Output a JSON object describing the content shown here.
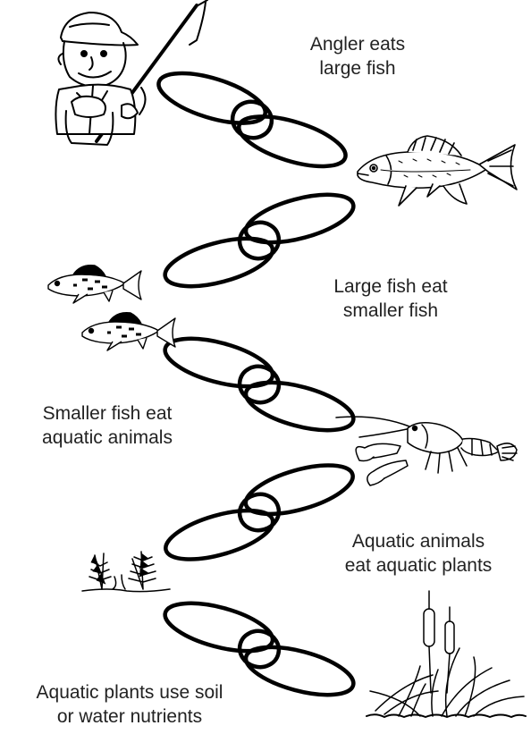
{
  "captions": {
    "angler": [
      "Angler eats",
      "large fish"
    ],
    "large": [
      "Large fish eat",
      "smaller fish"
    ],
    "smaller": [
      "Smaller fish eat",
      "aquatic animals"
    ],
    "animals": [
      "Aquatic animals",
      "eat aquatic plants"
    ],
    "plants": [
      "Aquatic plants use soil",
      "or water nutrients"
    ]
  },
  "icons": {
    "angler": "angler-illustration",
    "large_fish": "large-fish-illustration",
    "small_fish": "small-fish-illustration",
    "crayfish": "crayfish-illustration",
    "pondweed": "pondweed-illustration",
    "cattail": "cattail-illustration"
  },
  "colors": {
    "ink": "#000000",
    "text": "#222222",
    "background": "#ffffff"
  }
}
